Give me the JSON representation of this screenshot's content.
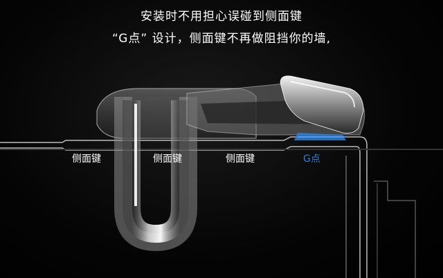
{
  "headline": {
    "line1": "安装时不用担心误碰到侧面键",
    "line2": "“G点” 设计，侧面键不再做阻挡你的墙,"
  },
  "labels": [
    {
      "text": "侧面键"
    },
    {
      "text": "侧面键"
    },
    {
      "text": "侧面键"
    },
    {
      "text": "G点",
      "color": "#2f7fd6"
    }
  ],
  "colors": {
    "background": "#000000",
    "text": "#ffffff",
    "accent": "#2f7fd6"
  }
}
